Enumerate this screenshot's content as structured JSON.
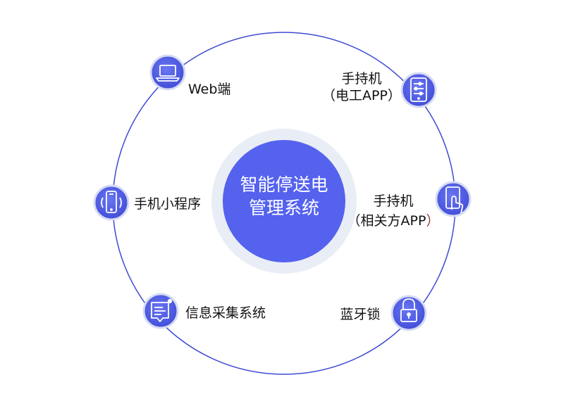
{
  "center": {
    "line1": "智能停送电",
    "line2": "管理系统",
    "color": "#5462ee",
    "halo_color": "#e9edf6"
  },
  "ring": {
    "color": "#3f4bd3"
  },
  "nodes": {
    "web": {
      "label": "Web端",
      "icon": "laptop-icon"
    },
    "handheld_electrician": {
      "line1": "手持机",
      "line2": "（电工APP）",
      "icon": "tablet-settings-icon"
    },
    "mini_program": {
      "label": "手机小程序",
      "icon": "smartphone-signal-icon"
    },
    "handheld_related": {
      "line1": "手持机",
      "line2_main": "（相关方APP",
      "line2_close": "）",
      "icon": "phone-touch-icon"
    },
    "info_collection": {
      "label": "信息采集系统",
      "icon": "message-form-icon"
    },
    "bluetooth_lock": {
      "label": "蓝牙锁",
      "icon": "padlock-icon"
    }
  },
  "colors": {
    "icon_fill": "#4d5ae6",
    "icon_border": "#d6dbf3",
    "paren_close": "#8a3a2a"
  }
}
